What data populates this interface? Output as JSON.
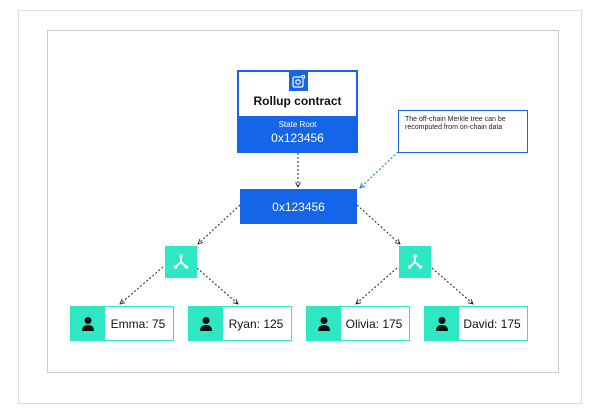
{
  "contract": {
    "title": "Rollup contract",
    "root_label": "State Root",
    "root_value": "0x123456",
    "icon": "contract-icon"
  },
  "callout": {
    "text": "The off-chain Merkle tree can be recomputed from on-chain data"
  },
  "hash": {
    "value": "0x123456"
  },
  "branches": [
    {
      "icon": "branch-icon"
    },
    {
      "icon": "branch-icon"
    }
  ],
  "leaves": [
    {
      "label": "Emma: 75",
      "icon": "user-icon"
    },
    {
      "label": "Ryan: 125",
      "icon": "user-icon"
    },
    {
      "label": "Olivia: 175",
      "icon": "user-icon"
    },
    {
      "label": "David: 175",
      "icon": "user-icon"
    }
  ],
  "colors": {
    "blue": "#1565e8",
    "teal": "#2ee8c4",
    "dark": "#111111"
  }
}
